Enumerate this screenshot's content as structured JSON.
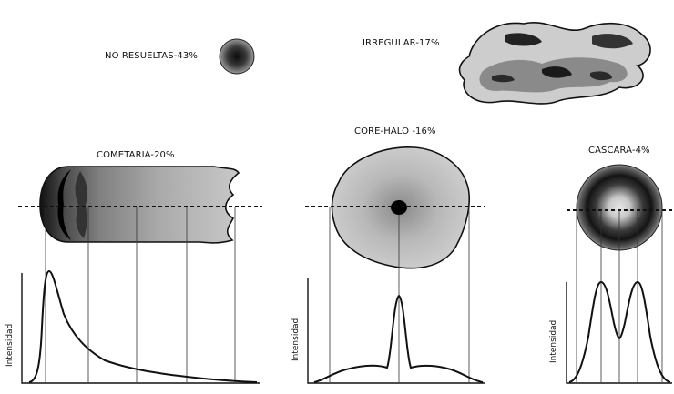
{
  "labels": {
    "no_resueltas": "NO RESUELTAS-43%",
    "irregular": "IRREGULAR-17%",
    "cometaria": "COMETARIA-20%",
    "core_halo": "CORE-HALO -16%",
    "cascara": "CASCARA-4%"
  },
  "profiles": {
    "cometaria_ylabel": "Intensidad",
    "core_halo_ylabel": "Intensidad",
    "cascara_ylabel": "Intensidad"
  },
  "colors": {
    "ink": "#111111",
    "dark_fill": "#1e1e1e",
    "mid_fill": "#9a9a9a",
    "light_fill": "#d6d6d6"
  }
}
